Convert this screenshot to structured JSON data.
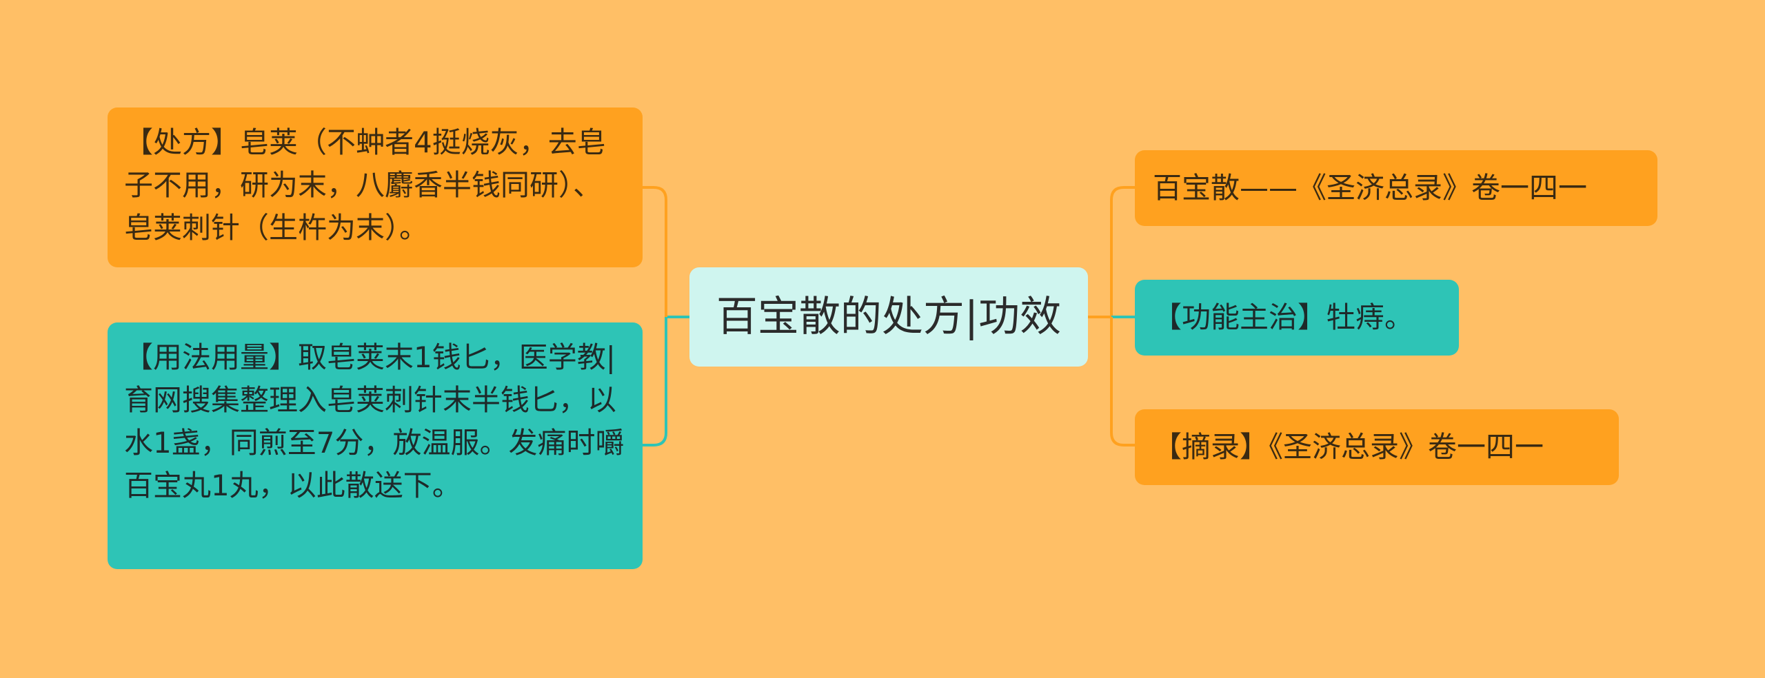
{
  "center": {
    "label": "百宝散的处方|功效"
  },
  "left": [
    {
      "label": "【处方】皂荚（不蚛者4挺烧灰，去皂子不用，研为末，八麝香半钱同研）、皂荚刺针（生杵为末）。"
    },
    {
      "label": "【用法用量】取皂荚末1钱匕，医学教|育网搜集整理入皂荚刺针末半钱匕，以水1盏，同煎至7分，放温服。发痛时嚼百宝丸1丸，以此散送下。"
    }
  ],
  "right": [
    {
      "label": "百宝散——《圣济总录》卷一四一"
    },
    {
      "label": "【功能主治】牡痔。"
    },
    {
      "label": "【摘录】《圣济总录》卷一四一"
    }
  ],
  "colors": {
    "background": "#FFBF66",
    "orange": "#FFA11F",
    "teal": "#2EC4B6",
    "center": "#CFF5EF"
  }
}
